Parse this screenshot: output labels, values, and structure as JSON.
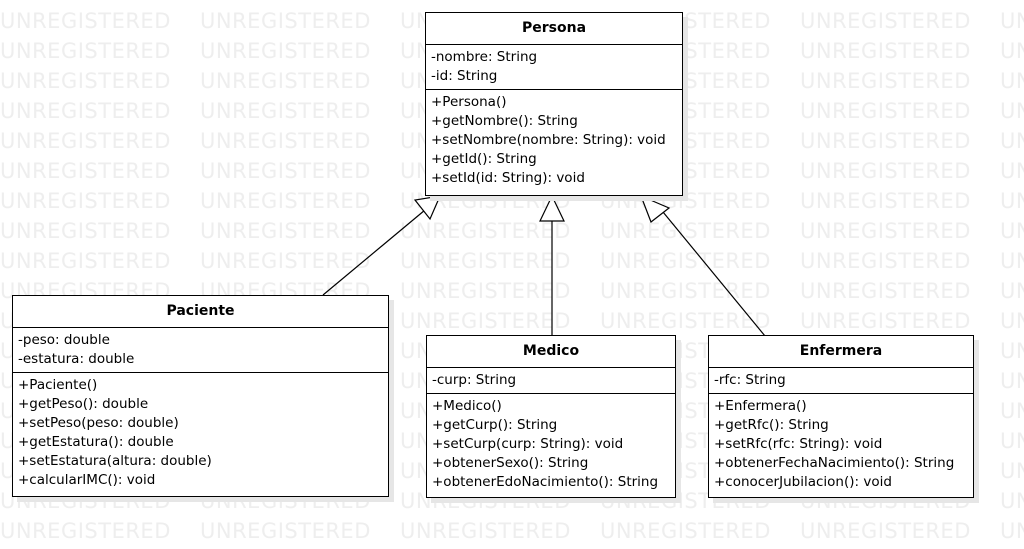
{
  "watermark": {
    "text": "UNREGISTERED"
  },
  "classes": {
    "persona": {
      "name": "Persona",
      "attributes": [
        "-nombre: String",
        "-id: String"
      ],
      "methods": [
        "+Persona()",
        "+getNombre(): String",
        "+setNombre(nombre: String): void",
        "+getId(): String",
        "+setId(id: String): void"
      ]
    },
    "paciente": {
      "name": "Paciente",
      "attributes": [
        "-peso: double",
        "-estatura: double"
      ],
      "methods": [
        "+Paciente()",
        "+getPeso(): double",
        "+setPeso(peso: double)",
        "+getEstatura(): double",
        "+setEstatura(altura: double)",
        "+calcularIMC(): void"
      ]
    },
    "medico": {
      "name": "Medico",
      "attributes": [
        "-curp: String"
      ],
      "methods": [
        "+Medico()",
        "+getCurp(): String",
        "+setCurp(curp: String): void",
        "+obtenerSexo(): String",
        "+obtenerEdoNacimiento(): String"
      ]
    },
    "enfermera": {
      "name": "Enfermera",
      "attributes": [
        "-rfc: String"
      ],
      "methods": [
        "+Enfermera()",
        "+getRfc(): String",
        "+setRfc(rfc: String): void",
        "+obtenerFechaNacimiento(): String",
        "+conocerJubilacion(): void"
      ]
    }
  }
}
